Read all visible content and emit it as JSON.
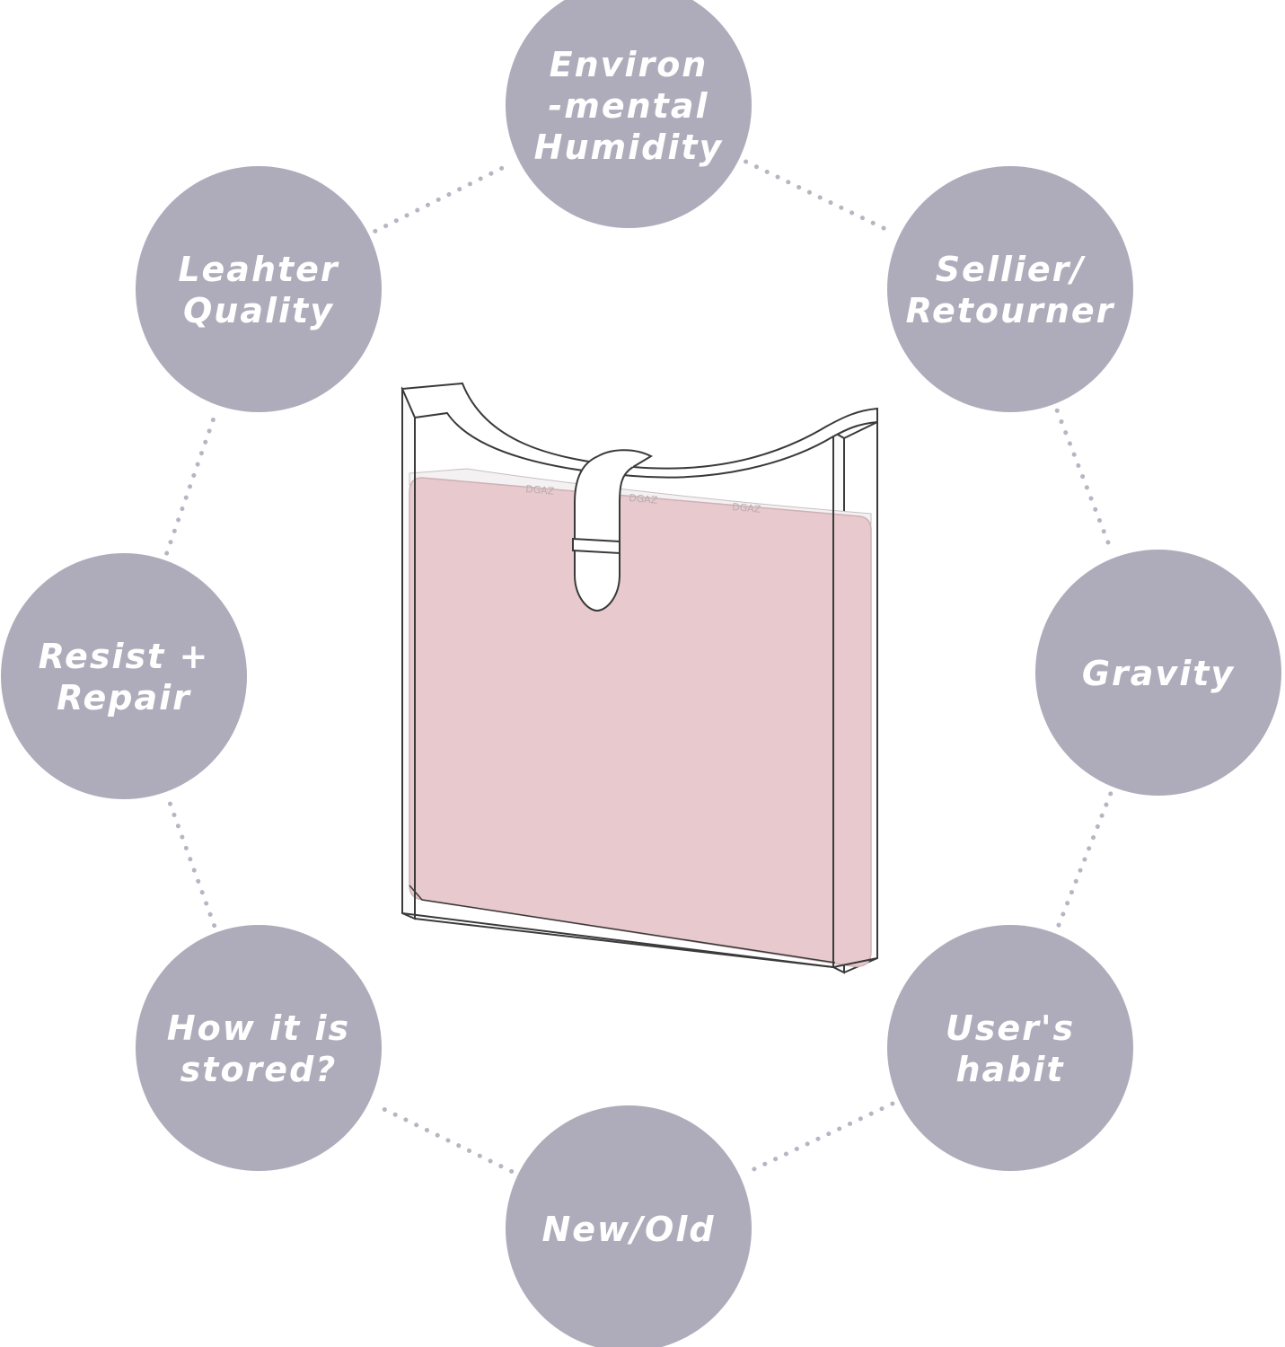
{
  "diagram": {
    "colors": {
      "node_fill": "#aeacba",
      "connector": "#b7b5c2",
      "label_text": "#ffffff",
      "bag_outline": "#3a3a3a",
      "insert_fill": "#e8c9cd"
    },
    "center": {
      "label": "bag-with-insert",
      "insert_text": "DGAZ"
    },
    "nodes": [
      {
        "id": "humidity",
        "lines": [
          "Environ",
          "-mental",
          "Humidity"
        ]
      },
      {
        "id": "sellier",
        "lines": [
          "Sellier/",
          "Retourner"
        ]
      },
      {
        "id": "gravity",
        "lines": [
          "Gravity"
        ]
      },
      {
        "id": "user-habit",
        "lines": [
          "User's",
          "habit"
        ]
      },
      {
        "id": "new-old",
        "lines": [
          "New/Old"
        ]
      },
      {
        "id": "storage",
        "lines": [
          "How it is",
          "stored?"
        ]
      },
      {
        "id": "resist-repair",
        "lines": [
          "Resist +",
          "Repair"
        ]
      },
      {
        "id": "leather-quality",
        "lines": [
          "Leahter",
          "Quality"
        ]
      }
    ]
  }
}
